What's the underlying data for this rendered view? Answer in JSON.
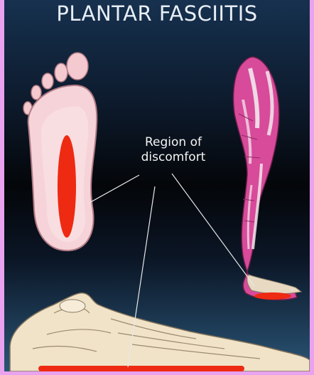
{
  "title": "PLANTAR FASCIITIS",
  "annotation": {
    "line1": "Region of",
    "line2": "discomfort"
  },
  "colors": {
    "frame": "#e8a2ee",
    "background_top": "#16314f",
    "background_bottom": "#2a5576",
    "foot_skin": "#f4c9cf",
    "inflammation": "#ee2a12",
    "muscle": "#d84a9a",
    "bone": "#f1e3c8"
  },
  "icons": [
    "foot-sole-icon",
    "leg-muscle-icon",
    "foot-skeleton-icon"
  ]
}
